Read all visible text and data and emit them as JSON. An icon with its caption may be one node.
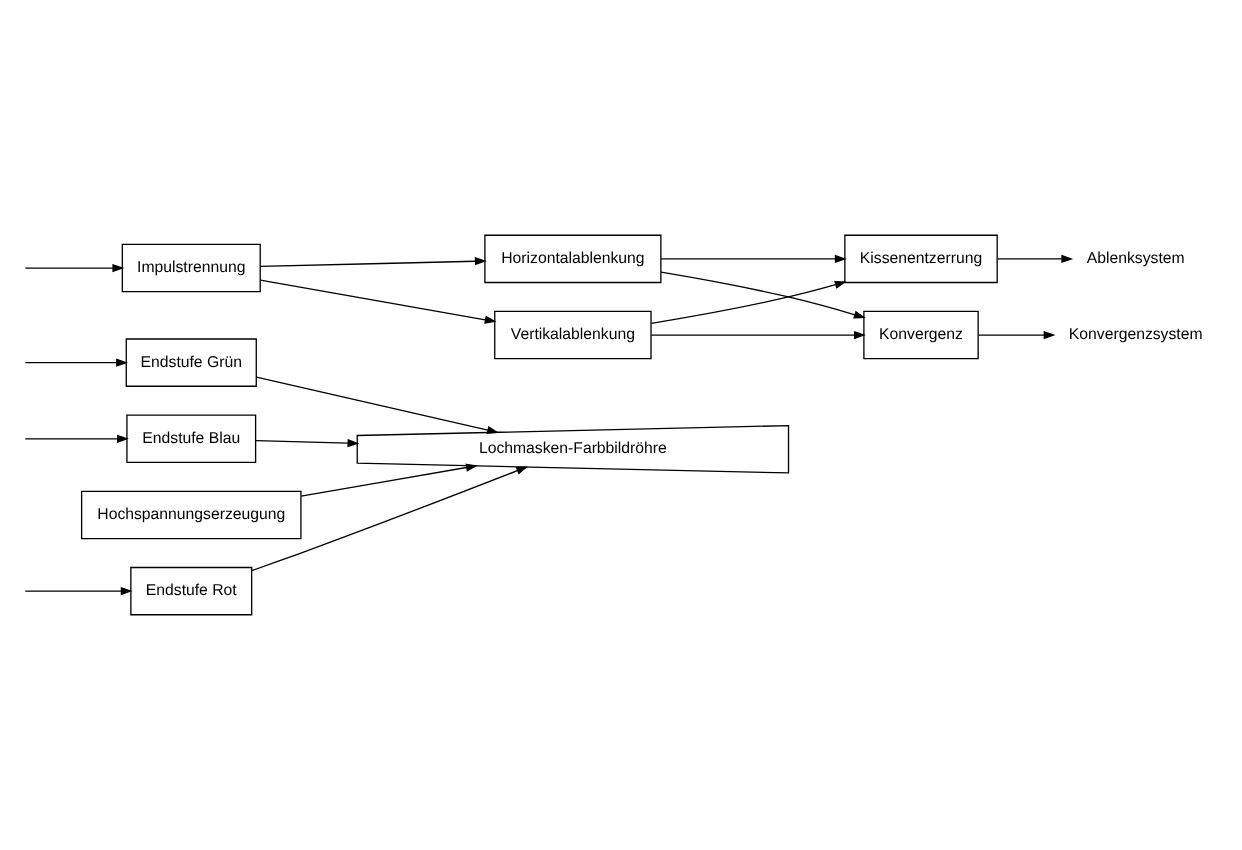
{
  "diagram": {
    "nodes": [
      {
        "text": [
          "Endstufe Rot"
        ]
      },
      {
        "text": [
          "Endstufe Grün"
        ]
      },
      {
        "text": [
          "Endstufe Blau"
        ]
      },
      {
        "text": [
          "Lochmasken-Farbbildröhre"
        ]
      },
      {
        "text": [
          "Hochspannungserzeugung"
        ]
      },
      {
        "text": [
          "Horizontalablenkung"
        ]
      },
      {
        "text": [
          "Impulstrennung"
        ]
      },
      {
        "text": [
          "Kissenentzerrung"
        ]
      },
      {
        "text": [
          "Vertikalablenkung"
        ]
      },
      {
        "text": [
          "Konvergenz"
        ]
      },
      {
        "text": [
          "Ablenksystem"
        ]
      },
      {
        "text": [
          "Konvergenzsystem"
        ]
      }
    ],
    "edges": [
      {
        "from": null,
        "to": 0,
        "arrow": "to"
      },
      {
        "from": null,
        "to": 1,
        "arrow": "to"
      },
      {
        "from": null,
        "to": 2,
        "arrow": "to"
      },
      {
        "from": 0,
        "to": 3,
        "arrow": "to"
      },
      {
        "from": 1,
        "to": 3,
        "arrow": "to"
      },
      {
        "from": 2,
        "to": 3,
        "arrow": "to"
      },
      {
        "from": 4,
        "to": 3,
        "arrow": "to"
      },
      {
        "from": null,
        "to": 6,
        "arrow": "to"
      },
      {
        "from": 6,
        "to": 5,
        "arrow": "to"
      },
      {
        "from": 6,
        "to": 8,
        "arrow": "to"
      },
      {
        "from": 5,
        "to": 7,
        "arrow": "to"
      },
      {
        "from": 8,
        "to": 7,
        "arrow": "to"
      },
      {
        "from": 5,
        "to": 9,
        "arrow": "to"
      },
      {
        "from": 8,
        "to": 9,
        "arrow": "to"
      },
      {
        "from": 7,
        "to": 10,
        "arrow": "to"
      },
      {
        "from": 9,
        "to": 11,
        "arrow": "to"
      }
    ]
  }
}
